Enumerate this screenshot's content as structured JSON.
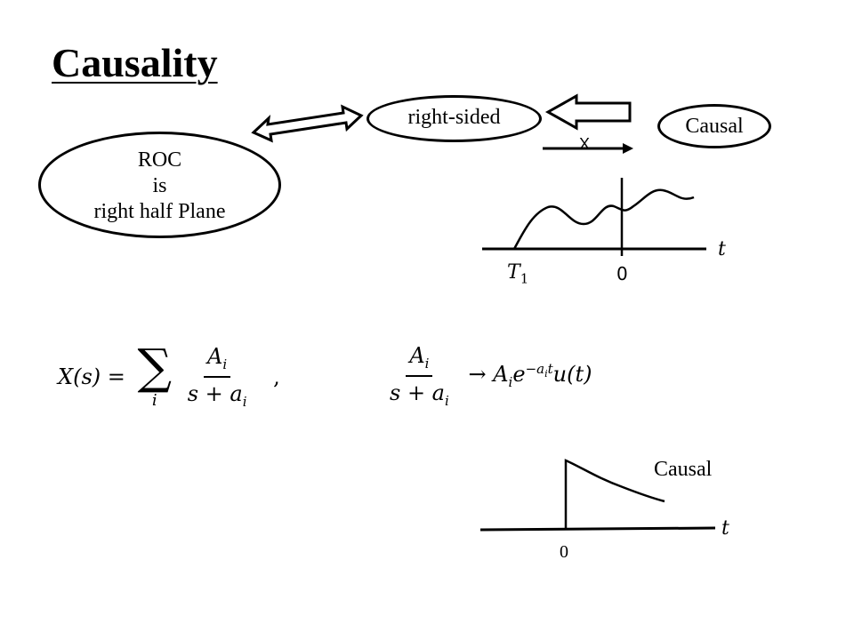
{
  "title": "Causality",
  "nodes": {
    "right_sided": "right-sided",
    "causal": "Causal",
    "roc_line1": "ROC",
    "roc_line2": "is",
    "roc_line3": "right half Plane"
  },
  "cross_mark": "X",
  "top_plot": {
    "t_label": "t",
    "T1_label": "T",
    "T1_sub": "1",
    "zero_label": "0"
  },
  "formulas": {
    "lhs": "X(s) =",
    "sum_symbol": "∑",
    "sum_index": "i",
    "frac_num": "A",
    "frac_num_sub": "i",
    "frac_den": "s + a",
    "frac_den_sub": "i",
    "comma": ",",
    "arrow": "→",
    "rhs_A": "A",
    "rhs_A_sub": "i",
    "rhs_e": "e",
    "rhs_exp": "−a",
    "rhs_exp_sub": "i",
    "rhs_exp_t": "t",
    "rhs_u": "u(t)"
  },
  "bottom_plot": {
    "caption": "Causal",
    "t_label": "t",
    "zero_label": "0"
  }
}
